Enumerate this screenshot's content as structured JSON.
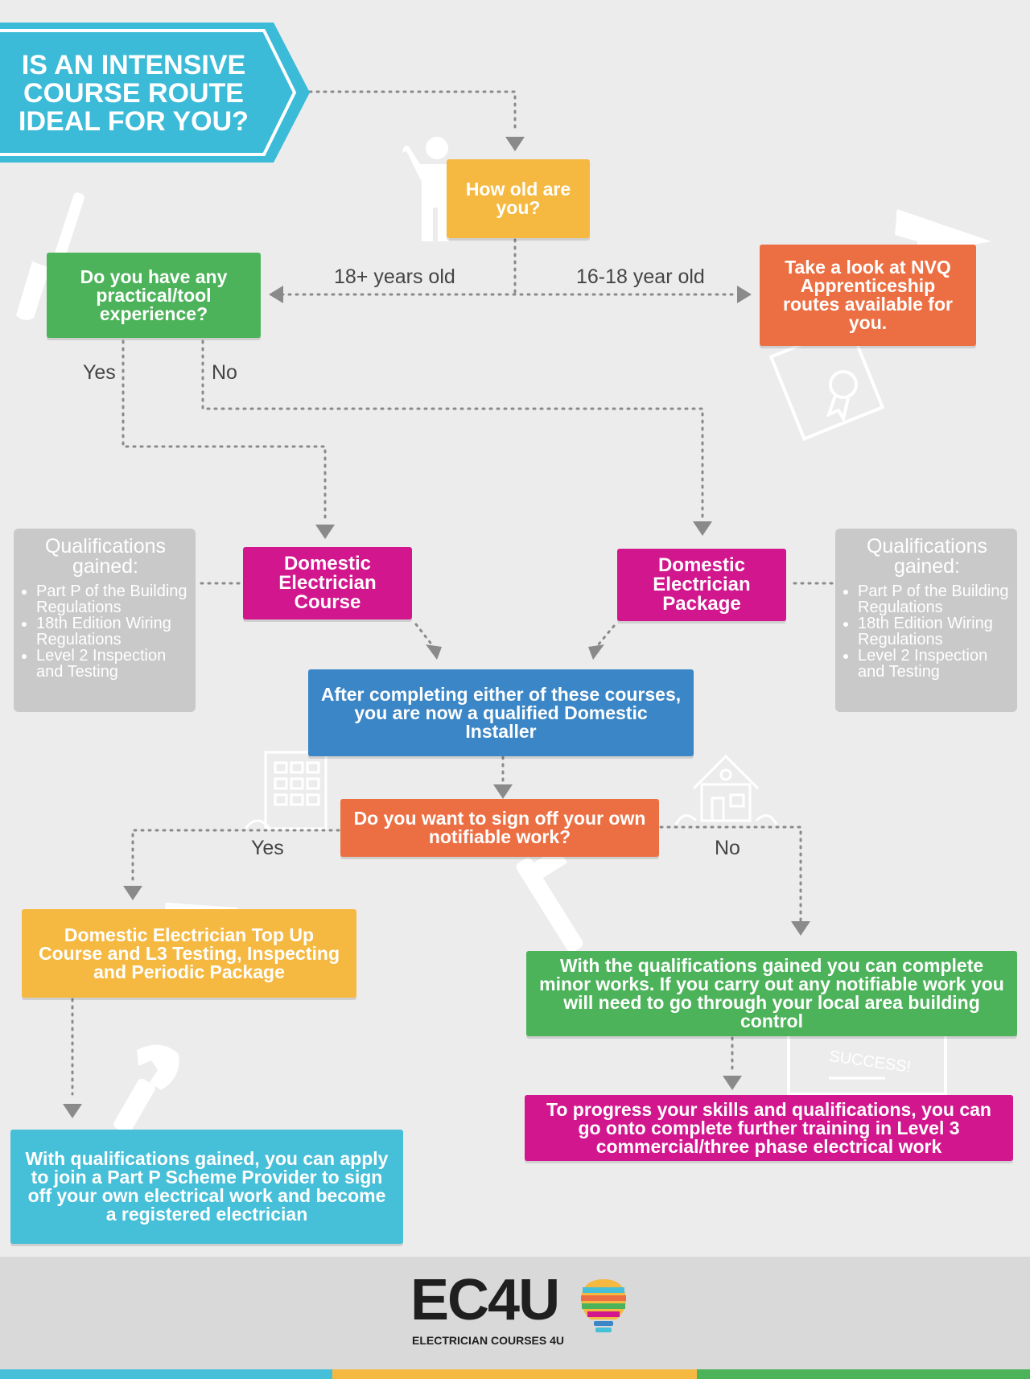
{
  "title": {
    "line1": "IS AN INTENSIVE",
    "line2": "COURSE ROUTE",
    "line3": "IDEAL FOR YOU?"
  },
  "nodes": {
    "age_question": "How old are you?",
    "tool_experience": "Do you have any practical/tool experience?",
    "nvq": "Take a look at NVQ Apprenticeship routes available for you.",
    "domestic_course": "Domestic Electrician Course",
    "domestic_package": "Domestic Electrician Package",
    "qualified": "After completing either of these courses, you are now a qualified Domestic Installer",
    "sign_off_question": "Do you want to sign off your own notifiable work?",
    "top_up": "Domestic Electrician Top Up Course and L3 Testing, Inspecting and Periodic Package",
    "part_p": "With qualifications gained, you can apply to join a Part P Scheme Provider to sign off your own electrical work and become a registered electrician",
    "minor_works": "With the qualifications gained you can complete minor works. If you carry out any notifiable work you will need to go through your local area building control",
    "progress": "To progress your skills and qualifications, you can go onto complete further training in Level 3 commercial/three phase electrical work"
  },
  "edge_labels": {
    "age_18_plus": "18+ years old",
    "age_16_18": "16-18 year old",
    "tool_yes": "Yes",
    "tool_no": "No",
    "sign_yes": "Yes",
    "sign_no": "No"
  },
  "qualifications": {
    "title": "Qualifications gained:",
    "items": [
      "Part P of the Building Regulations",
      "18th Edition Wiring Regulations",
      "Level 2 Inspection and Testing"
    ]
  },
  "illustration_text": {
    "success": "SUCCESS!"
  },
  "footer": {
    "logo": "EC4U",
    "tagline": "ELECTRICIAN COURSES 4U"
  },
  "colors": {
    "background": "#ececec",
    "title_blue": "#3bbbd7",
    "yellow": "#f5b942",
    "green": "#4cb35a",
    "orange": "#ec6f43",
    "magenta": "#d2168e",
    "blue": "#3b86c6",
    "cyan": "#46bfd8",
    "grey_box": "#c9c9c9",
    "dotted_line": "#8a8a8a",
    "footer_bg": "#d9d9d9"
  },
  "icons": [
    "person-icon",
    "screwdriver-icon",
    "graduation-cap-icon",
    "certificate-icon",
    "building-icon",
    "house-icon",
    "hammer-icon",
    "wrench-icon",
    "success-certificate-icon",
    "lightbulb-logo-icon"
  ]
}
